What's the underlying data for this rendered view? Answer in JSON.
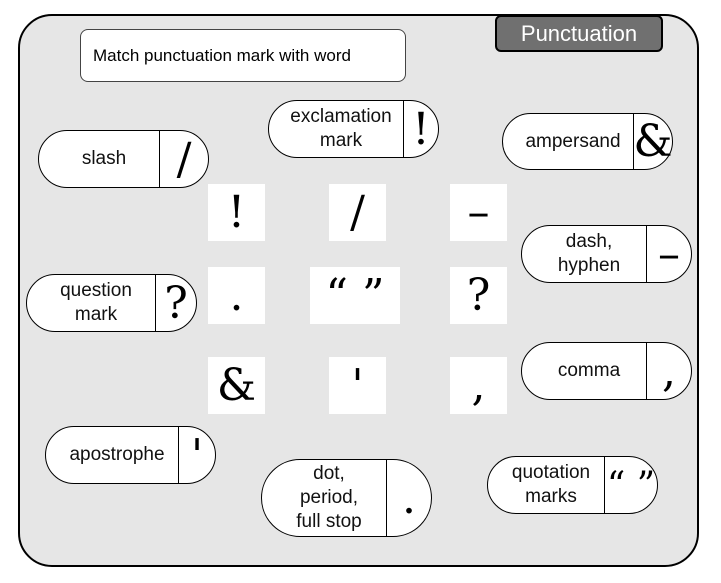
{
  "title": "Punctuation",
  "instruction": "Match punctuation mark with word",
  "pills": [
    {
      "label": "slash",
      "symbol": "/"
    },
    {
      "label": "exclamation\nmark",
      "symbol": "!"
    },
    {
      "label": "ampersand",
      "symbol": "&"
    },
    {
      "label": "dash,\nhyphen",
      "symbol": "–"
    },
    {
      "label": "question\nmark",
      "symbol": "?"
    },
    {
      "label": "comma",
      "symbol": ","
    },
    {
      "label": "apostrophe",
      "symbol": "'"
    },
    {
      "label": "dot,\nperiod,\nfull stop",
      "symbol": "."
    },
    {
      "label": "quotation\nmarks",
      "symbol": "“ ”"
    }
  ],
  "tiles": [
    "!",
    "/",
    "–",
    ".",
    "“ ”",
    "?",
    "&",
    "'",
    ","
  ]
}
